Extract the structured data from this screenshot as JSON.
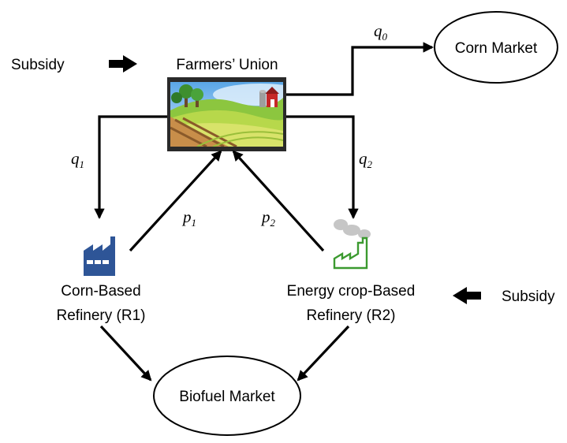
{
  "nodes": {
    "farmers_union": {
      "label": "Farmers’ Union",
      "icon": "farm-landscape-icon"
    },
    "corn_market": {
      "label": "Corn Market"
    },
    "biofuel_market": {
      "label": "Biofuel Market"
    },
    "corn_refinery": {
      "line1": "Corn-Based",
      "line2": "Refinery (R1)",
      "icon": "factory-icon"
    },
    "energy_refinery": {
      "line1": "Energy crop-Based",
      "line2": "Refinery (R2)",
      "icon": "green-factory-smoke-icon"
    }
  },
  "subsidies": {
    "left": {
      "label": "Subsidy"
    },
    "right": {
      "label": "Subsidy"
    }
  },
  "flows": {
    "q0": {
      "symbol": "q",
      "sub": "0"
    },
    "q1": {
      "symbol": "q",
      "sub": "1"
    },
    "q2": {
      "symbol": "q",
      "sub": "2"
    },
    "p1": {
      "symbol": "p",
      "sub": "1"
    },
    "p2": {
      "symbol": "p",
      "sub": "2"
    }
  },
  "colors": {
    "factory_blue": "#2e5597",
    "factory_green": "#3b9a2f",
    "smoke_gray": "#c6c6c6",
    "line": "#000000"
  }
}
